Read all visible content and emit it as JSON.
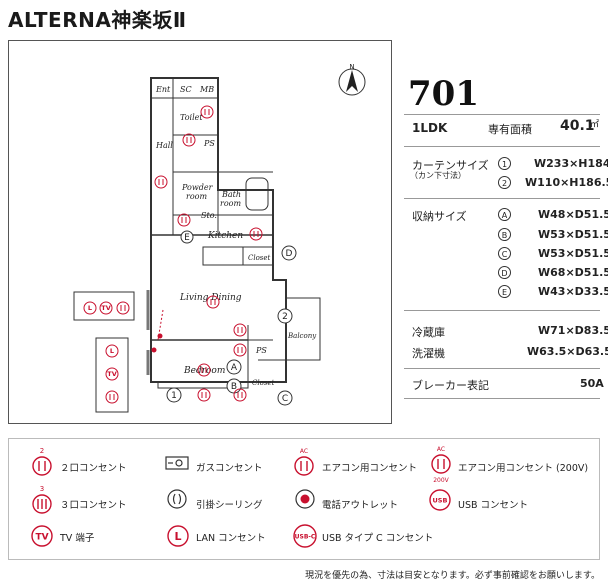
{
  "title": "ALTERNA神楽坂Ⅱ",
  "unit": {
    "number": "701",
    "layout": "1LDK",
    "area_label": "専有面積",
    "area_value": "40.1",
    "area_unit": "㎡"
  },
  "curtain": {
    "label": "カーテンサイズ",
    "sublabel": "（カン下寸法）",
    "items": [
      {
        "mark": "1",
        "value": "W233×H184"
      },
      {
        "mark": "2",
        "value": "W110×H186.5"
      }
    ]
  },
  "storage": {
    "label": "収納サイズ",
    "items": [
      {
        "mark": "A",
        "value": "W48×D51.5"
      },
      {
        "mark": "B",
        "value": "W53×D51.5"
      },
      {
        "mark": "C",
        "value": "W53×D51.5"
      },
      {
        "mark": "D",
        "value": "W68×D51.5"
      },
      {
        "mark": "E",
        "value": "W43×D33.5"
      }
    ]
  },
  "fridge": {
    "label": "冷蔵庫",
    "value": "W71×D83.5"
  },
  "washer": {
    "label": "洗濯機",
    "value": "W63.5×D63.5"
  },
  "breaker": {
    "label": "ブレーカー表記",
    "value": "50A"
  },
  "plan_labels": {
    "ent": "Ent",
    "sc": "SC",
    "mb": "MB",
    "toilet": "Toilet",
    "hall": "Hall",
    "ps": "PS",
    "powder": "Powder",
    "room": "room",
    "bath": "Bath",
    "sto": "Sto.",
    "kitchen": "Kitchen",
    "closet": "Closet",
    "living": "Living Dining",
    "balcony": "Balcony",
    "bedroom": "Bedroom",
    "c1": "1",
    "c2": "2",
    "cA": "A",
    "cB": "B",
    "cC": "C",
    "cD": "D",
    "cE": "E",
    "north": "N"
  },
  "legend": {
    "outlet2": "２口コンセント",
    "outlet3": "３口コンセント",
    "tv": "TV 端子",
    "gas": "ガスコンセント",
    "ceiling": "引掛シーリング",
    "lan": "LAN コンセント",
    "aircon": "エアコン用コンセント",
    "phone": "電話アウトレット",
    "usbc": "USB タイプ C コンセント",
    "aircon200": "エアコン用コンセント (200V)",
    "usb": "USB コンセント",
    "icon_2": "2",
    "icon_3": "3",
    "icon_ac": "AC",
    "icon_200v": "200V",
    "icon_tv": "TV",
    "icon_l": "L",
    "icon_usb": "USB",
    "icon_usbc": "USB-C"
  },
  "note": "現況を優先の為、寸法は目安となります。必ず事前確認をお願いします。",
  "colors": {
    "accent": "#c8102e",
    "wall": "#333333",
    "rule": "#999999"
  }
}
